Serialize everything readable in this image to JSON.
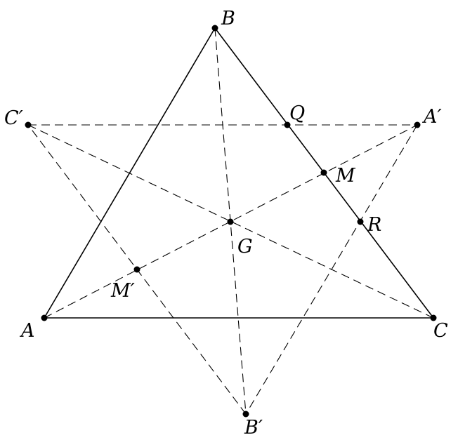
{
  "points": {
    "A": {
      "label": "A"
    },
    "B": {
      "label": "B"
    },
    "C": {
      "label": "C"
    },
    "A_prime": {
      "label": "A′"
    },
    "B_prime": {
      "label": "B′"
    },
    "C_prime": {
      "label": "C′"
    },
    "G": {
      "label": "G"
    },
    "M": {
      "label": "M"
    },
    "M_prime": {
      "label": "M′"
    },
    "Q": {
      "label": "Q"
    },
    "R": {
      "label": "R"
    }
  },
  "style": {
    "line_color": "#000000",
    "background": "#ffffff"
  }
}
